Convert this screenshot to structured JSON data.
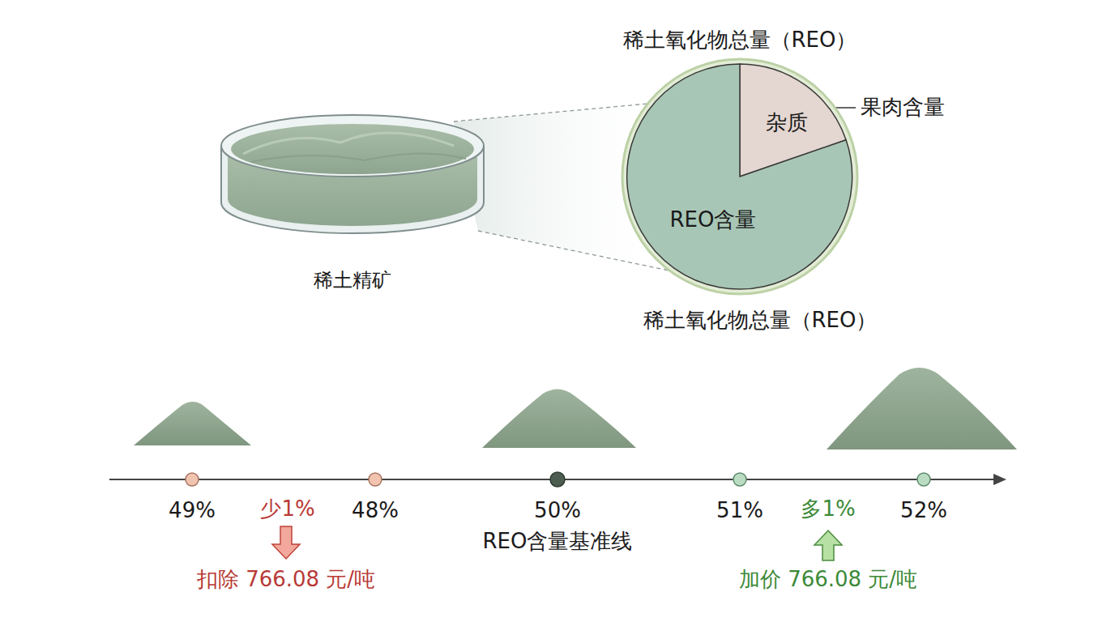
{
  "diagram": {
    "nodes": [
      {
        "text": [
          "稀土氧化物总量（REO）"
        ]
      },
      {
        "text": [
          "杂质"
        ],
        "in": 0
      },
      {
        "text": [
          "REO含量"
        ],
        "in": 0
      }
    ],
    "edges": [],
    "labels": [
      "稀土精矿",
      "果肉含量",
      "稀土氧化物总量（REO）",
      "49%",
      "少1%",
      "48%",
      "50%",
      "REO含量基准线",
      "51%",
      "多1%",
      "52%",
      "扣除 766.08 元/吨",
      "加价 766.08 元/吨"
    ]
  }
}
